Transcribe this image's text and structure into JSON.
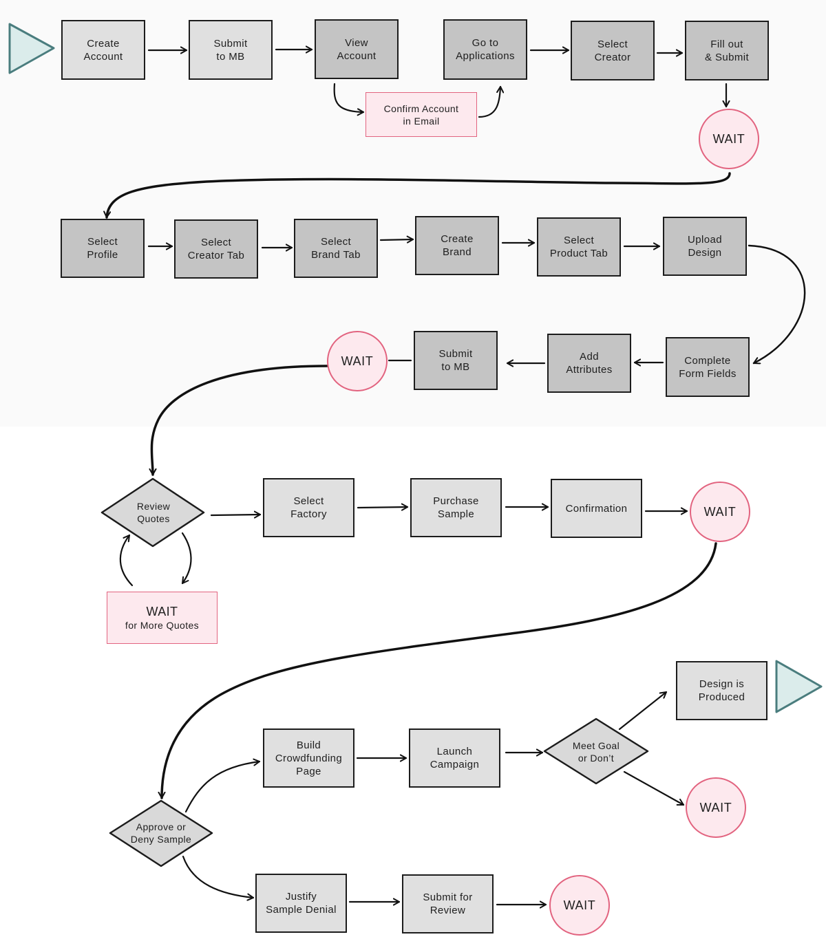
{
  "nodes": {
    "create_account": "Create\nAccount",
    "submit_mb_1": "Submit\nto MB",
    "view_account": "View\nAccount",
    "confirm_email": "Confirm Account\nin Email",
    "go_to_applications": "Go to\nApplications",
    "select_creator": "Select\nCreator",
    "fill_out_submit": "Fill out\n& Submit",
    "wait_1": "WAIT",
    "select_profile": "Select\nProfile",
    "select_creator_tab": "Select\nCreator Tab",
    "select_brand_tab": "Select\nBrand Tab",
    "create_brand": "Create\nBrand",
    "select_product_tab": "Select\nProduct Tab",
    "upload_design": "Upload\nDesign",
    "complete_form_fields": "Complete\nForm Fields",
    "add_attributes": "Add\nAttributes",
    "submit_mb_2": "Submit\nto MB",
    "wait_2": "WAIT",
    "review_quotes": "Review\nQuotes",
    "wait_more_quotes_title": "WAIT",
    "wait_more_quotes_sub": "for More Quotes",
    "select_factory": "Select\nFactory",
    "purchase_sample": "Purchase\nSample",
    "confirmation": "Confirmation",
    "wait_3": "WAIT",
    "approve_deny": "Approve or\nDeny Sample",
    "build_crowdfunding": "Build\nCrowdfunding\nPage",
    "launch_campaign": "Launch\nCampaign",
    "meet_goal": "Meet Goal\nor Don’t",
    "design_produced": "Design is\nProduced",
    "wait_4": "WAIT",
    "justify_denial": "Justify\nSample Denial",
    "submit_review": "Submit for\nReview",
    "wait_5": "WAIT"
  },
  "colors": {
    "light_box": "#e0e0e0",
    "dark_box": "#c4c4c4",
    "pink_fill": "#fde9ee",
    "pink_stroke": "#e2637f",
    "terminal": "#4a7d7e",
    "line": "#111111"
  }
}
